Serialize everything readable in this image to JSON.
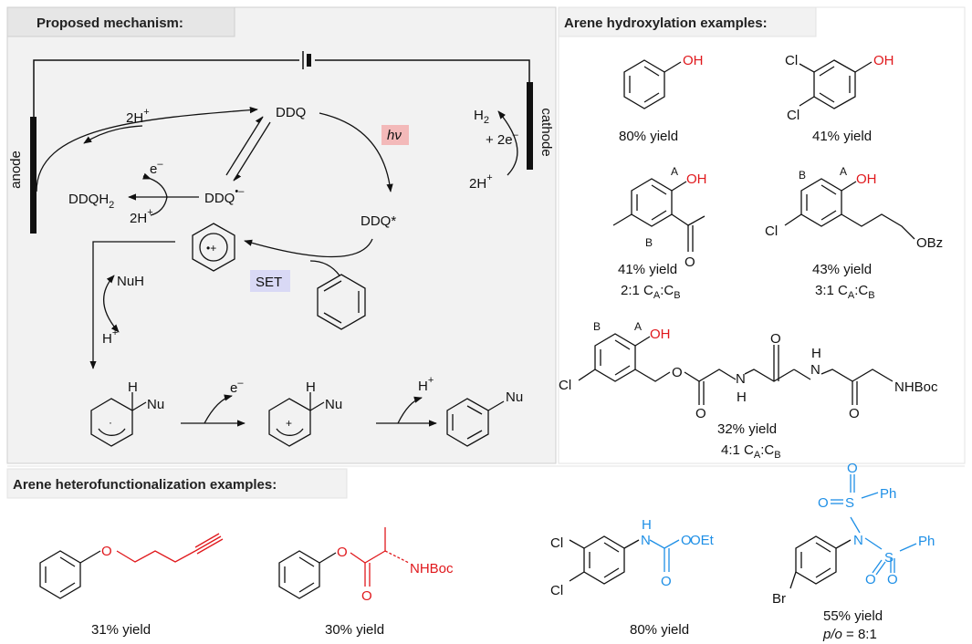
{
  "sections": {
    "mechanism_title": "Proposed mechanism:",
    "hydroxylation_title": "Arene hydroxylation examples:",
    "heterofunc_title": "Arene heterofunctionalization examples:"
  },
  "mechanism": {
    "anode": "anode",
    "cathode": "cathode",
    "h2": "H",
    "h2_sub": "2",
    "two_e": "+ 2e",
    "minus": "–",
    "plus": "+",
    "two_h_cathode": "2H",
    "two_h_top": "2H",
    "ddq": "DDQ",
    "hv": "hν",
    "ddq_radical_anion": "DDQ",
    "e_label": "e",
    "ddqh2": "DDQH",
    "ddqh2_sub": "2",
    "two_h_mid": "2H",
    "ddq_star": "DDQ*",
    "radical_cation": "•+",
    "set": "SET",
    "nuh": "NuH",
    "h_plus": "H",
    "h_atom": "H",
    "nu": "Nu",
    "e_step": "e",
    "h_step": "H"
  },
  "hydroxylation": [
    {
      "oh": "OH",
      "yield": "80% yield"
    },
    {
      "oh": "OH",
      "cl1": "Cl",
      "cl2": "Cl",
      "yield": "41% yield"
    },
    {
      "oh": "OH",
      "a": "A",
      "b": "B",
      "o": "O",
      "yield": "41% yield",
      "ratio": "2:1 C",
      "ra": "A",
      "rb": "B"
    },
    {
      "oh": "OH",
      "a": "A",
      "b": "B",
      "cl": "Cl",
      "obz": "OBz",
      "yield": "43% yield",
      "ratio": "3:1 C",
      "ra": "A",
      "rb": "B"
    },
    {
      "oh": "OH",
      "a": "A",
      "b": "B",
      "cl": "Cl",
      "o1": "O",
      "o2": "O",
      "o3": "O",
      "o4": "O",
      "nh1": "N",
      "h1": "H",
      "nh2": "N",
      "h2": "H",
      "nhboc": "NHBoc",
      "yield": "32% yield",
      "ratio": "4:1 C",
      "ra": "A",
      "rb": "B"
    }
  ],
  "heterofunc": [
    {
      "o": "O",
      "yield": "31% yield"
    },
    {
      "o1": "O",
      "o2": "O",
      "nhboc": "NHBoc",
      "yield": "30% yield"
    },
    {
      "cl1": "Cl",
      "cl2": "Cl",
      "h": "H",
      "n": "N",
      "o1": "O",
      "o2": "O",
      "oet": "OEt",
      "yield": "80% yield"
    },
    {
      "br": "Br",
      "n": "N",
      "s1": "S",
      "s2": "S",
      "o": "O",
      "ph1": "Ph",
      "ph2": "Ph",
      "yield": "55% yield",
      "po": "p/o",
      "po_val": " = 8:1"
    }
  ],
  "colors": {
    "red": "#e0181c",
    "blue": "#1e8fe6",
    "hv_bg": "#f3b9b9",
    "set_bg": "#d9d9f5",
    "panel_bg": "#f2f2f2"
  }
}
